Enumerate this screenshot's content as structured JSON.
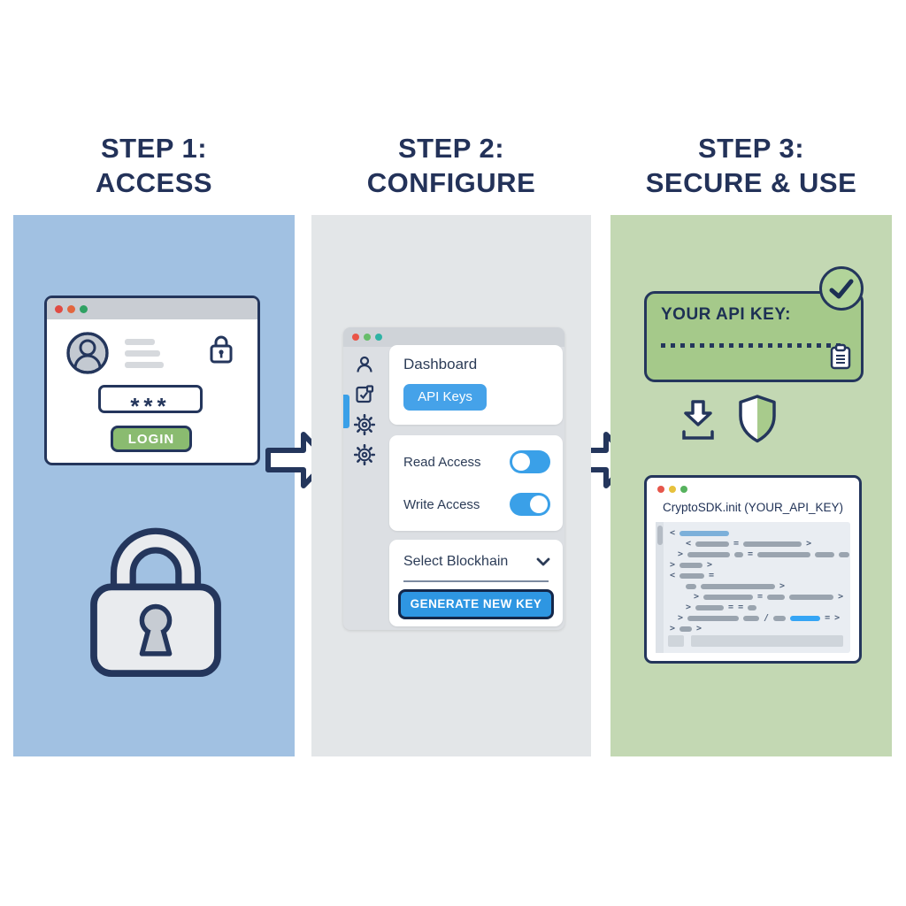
{
  "steps": [
    {
      "title_line1": "STEP 1:",
      "title_line2": "ACCESS"
    },
    {
      "title_line1": "STEP 2:",
      "title_line2": "CONFIGURE"
    },
    {
      "title_line1": "STEP 3:",
      "title_line2": "SECURE & USE"
    }
  ],
  "step1": {
    "login_window": {
      "password_value": "***",
      "login_button": "LOGIN"
    }
  },
  "step2": {
    "dashboard_label": "Dashboard",
    "api_keys_button": "API Keys",
    "toggles": [
      {
        "label": "Read Access",
        "state": "off"
      },
      {
        "label": "Write Access",
        "state": "on"
      }
    ],
    "select_label": "Select Blockhain",
    "generate_button": "GENERATE NEW KEY"
  },
  "step3": {
    "api_key_label": "YOUR API KEY:",
    "api_key_masked": "........................",
    "code_window": {
      "title": "CryptoSDK.init (YOUR_API_KEY)",
      "code_lines": [
        {
          "indent": 0,
          "tokens": [
            {
              "t": "lt"
            },
            {
              "t": "bar",
              "w": 56,
              "c": "softblue"
            }
          ]
        },
        {
          "indent": 2,
          "tokens": [
            {
              "t": "lt"
            },
            {
              "t": "bar",
              "w": 38,
              "c": "gray"
            },
            {
              "t": "eq"
            },
            {
              "t": "bar",
              "w": 66,
              "c": "gray"
            },
            {
              "t": "gt"
            }
          ]
        },
        {
          "indent": 1,
          "tokens": [
            {
              "t": "gt"
            },
            {
              "t": "bar",
              "w": 48,
              "c": "gray"
            },
            {
              "t": "bar",
              "w": 10,
              "c": "gray"
            },
            {
              "t": "eq"
            },
            {
              "t": "bar",
              "w": 60,
              "c": "gray"
            },
            {
              "t": "bar",
              "w": 22,
              "c": "gray"
            },
            {
              "t": "bar",
              "w": 12,
              "c": "gray"
            }
          ]
        },
        {
          "indent": 0,
          "tokens": [
            {
              "t": "gt"
            },
            {
              "t": "bar",
              "w": 26,
              "c": "gray"
            },
            {
              "t": "gt"
            }
          ]
        },
        {
          "indent": 0,
          "tokens": [
            {
              "t": "lt"
            },
            {
              "t": "bar",
              "w": 28,
              "c": "gray"
            },
            {
              "t": "eq"
            }
          ]
        },
        {
          "indent": 2,
          "tokens": [
            {
              "t": "bar",
              "w": 12,
              "c": "gray"
            },
            {
              "t": "bar",
              "w": 84,
              "c": "gray"
            },
            {
              "t": "gt"
            }
          ]
        },
        {
          "indent": 3,
          "tokens": [
            {
              "t": "gt"
            },
            {
              "t": "bar",
              "w": 56,
              "c": "gray"
            },
            {
              "t": "eq"
            },
            {
              "t": "bar",
              "w": 20,
              "c": "gray"
            },
            {
              "t": "bar",
              "w": 50,
              "c": "gray"
            },
            {
              "t": "gt"
            }
          ]
        },
        {
          "indent": 2,
          "tokens": [
            {
              "t": "gt"
            },
            {
              "t": "bar",
              "w": 32,
              "c": "gray"
            },
            {
              "t": "eq"
            },
            {
              "t": "eq"
            },
            {
              "t": "bar",
              "w": 10,
              "c": "gray"
            }
          ]
        },
        {
          "indent": 1,
          "tokens": [
            {
              "t": "gt"
            },
            {
              "t": "bar",
              "w": 58,
              "c": "gray"
            },
            {
              "t": "bar",
              "w": 18,
              "c": "gray"
            },
            {
              "t": "slash"
            },
            {
              "t": "bar",
              "w": 14,
              "c": "gray"
            },
            {
              "t": "bar",
              "w": 34,
              "c": "blue"
            },
            {
              "t": "eq"
            },
            {
              "t": "gt"
            }
          ]
        },
        {
          "indent": 0,
          "tokens": [
            {
              "t": "gt"
            },
            {
              "t": "bar",
              "w": 14,
              "c": "gray"
            },
            {
              "t": "gt"
            }
          ]
        }
      ]
    }
  },
  "colors": {
    "navy": "#24365c",
    "accent_blue": "#3aa0e8",
    "generate_blue": "#2e96e2",
    "login_green": "#8abb70",
    "panel_blue": "#a1c1e2",
    "panel_gray": "#e3e6e8",
    "panel_green": "#c3d8b3",
    "key_box_green": "#a5c98a"
  }
}
